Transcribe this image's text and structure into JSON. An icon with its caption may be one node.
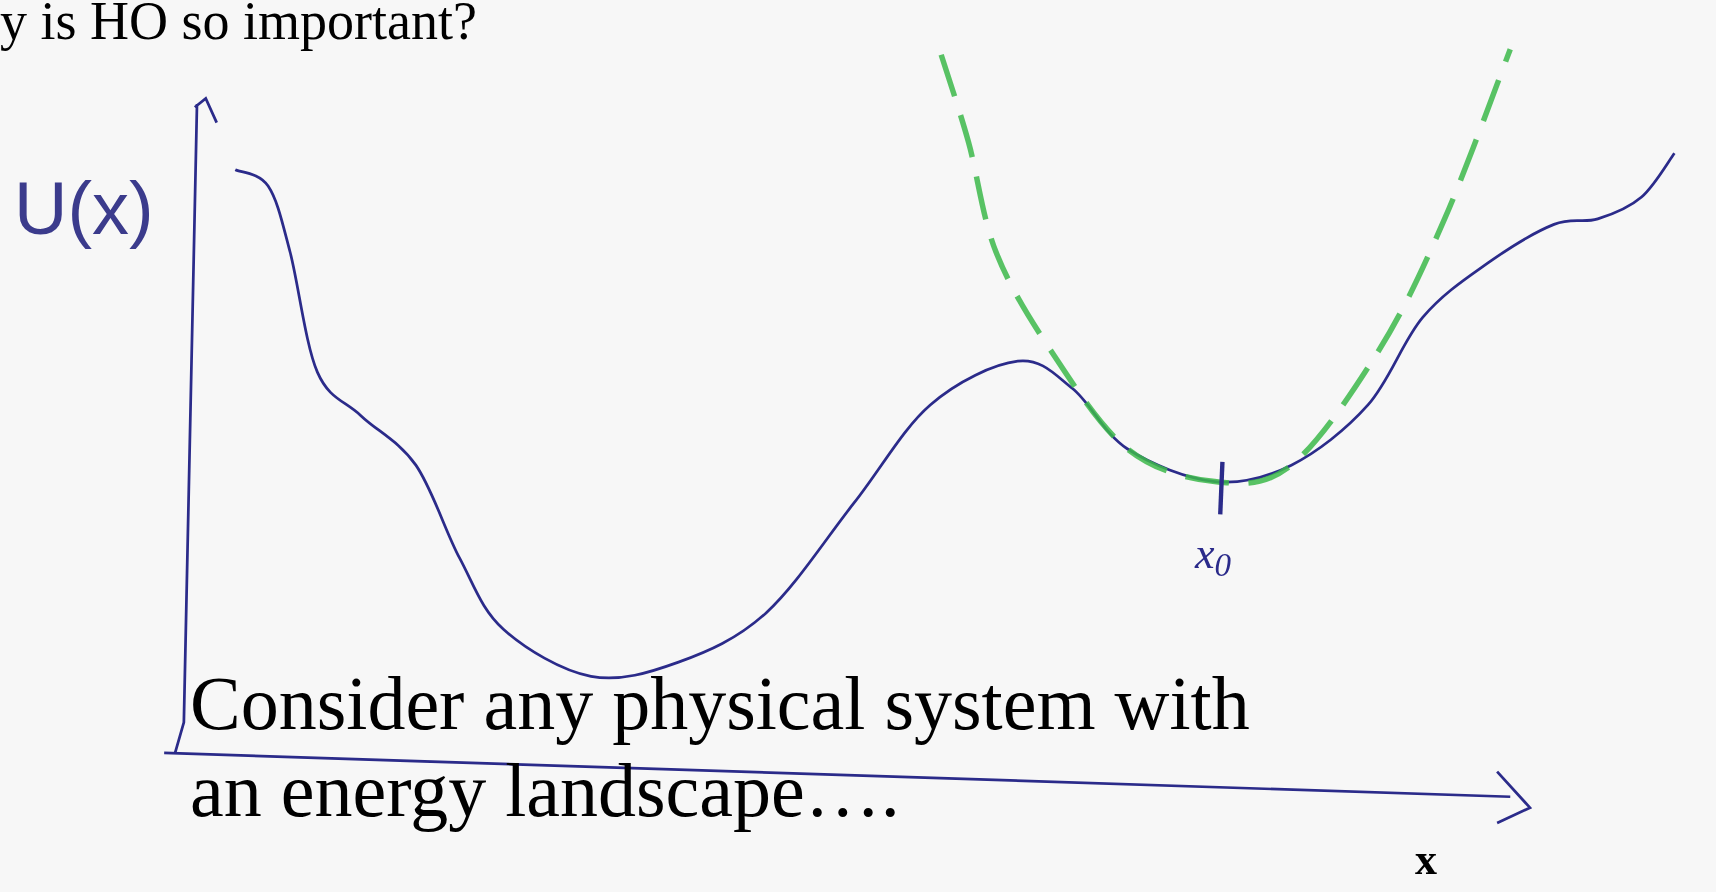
{
  "diagram": {
    "title": "y is HO so important?",
    "labels": [
      "U(x)",
      "x$_{0}$",
      "Consider any physical system with an energy landscape….",
      "x"
    ]
  }
}
